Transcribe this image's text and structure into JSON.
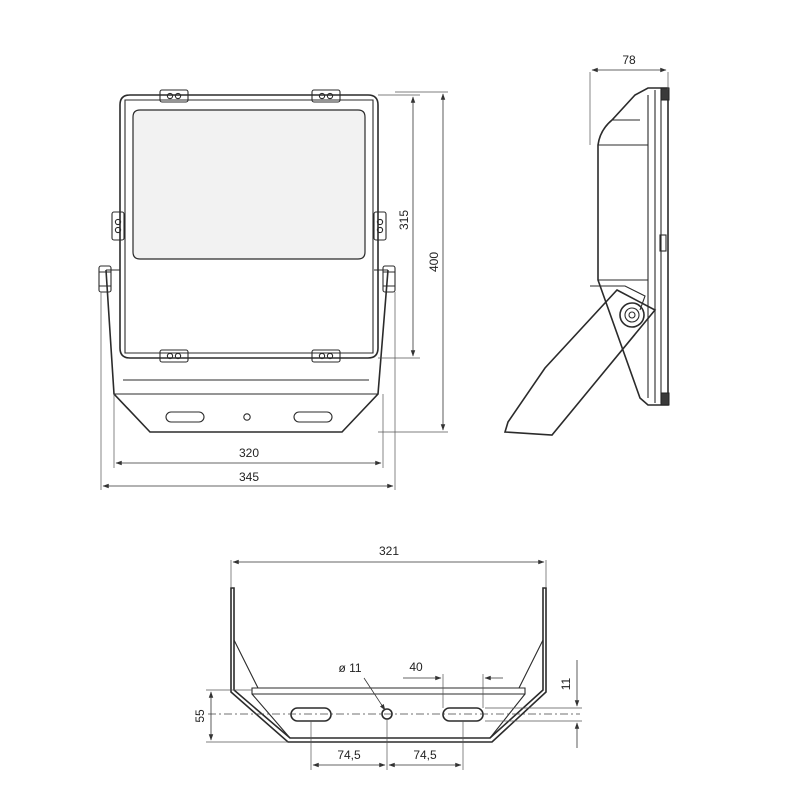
{
  "drawing": {
    "front_view": {
      "dimensions": {
        "height_body": "315",
        "height_total": "400",
        "width_body": "320",
        "width_total": "345"
      }
    },
    "side_view": {
      "dimensions": {
        "depth": "78"
      }
    },
    "bracket_view": {
      "dimensions": {
        "width": "321",
        "hole_diameter": "ø 11",
        "slot_length": "40",
        "slot_height": "11",
        "height": "55",
        "offset_left": "74,5",
        "offset_right": "74,5"
      }
    }
  }
}
